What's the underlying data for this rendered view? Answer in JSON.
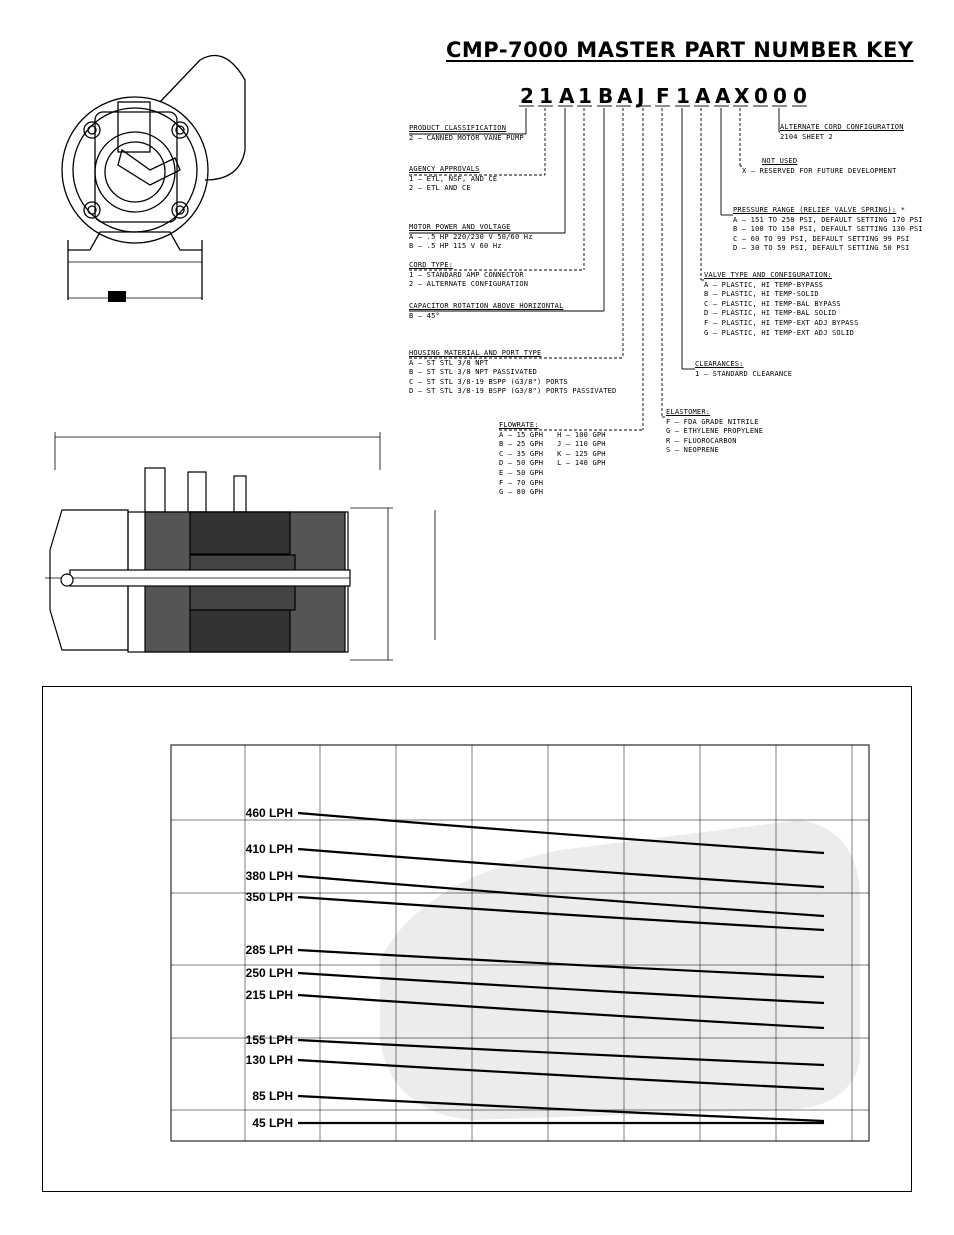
{
  "title": "CMP-7000 MASTER PART NUMBER KEY",
  "code_chars": [
    "2",
    "1",
    "A",
    "1",
    "B",
    "A",
    "J",
    "F",
    "1",
    "A",
    "A",
    "X",
    "0",
    "0",
    "0"
  ],
  "sections": {
    "product_classification": {
      "heading": "PRODUCT CLASSIFICATION",
      "lines": [
        "2 – CANNED MOTOR VANE PUMP"
      ]
    },
    "agency_approvals": {
      "heading": "AGENCY APPROVALS",
      "lines": [
        "1 – ETL, NSF, AND CE",
        "2 – ETL AND CE"
      ]
    },
    "motor_power": {
      "heading": "MOTOR POWER AND VOLTAGE",
      "lines": [
        "A – .5 HP 220/230 V 50/60 Hz",
        "B – .5 HP 115 V 60 Hz"
      ]
    },
    "cord_type": {
      "heading": "CORD TYPE:",
      "lines": [
        "1 – STANDARD AMP CONNECTOR",
        "2 – ALTERNATE CONFIGURATION"
      ]
    },
    "capacitor_rotation": {
      "heading": "CAPACITOR ROTATION ABOVE HORIZONTAL",
      "lines": [
        "B – 45°"
      ]
    },
    "housing_material": {
      "heading": "HOUSING MATERIAL AND PORT TYPE",
      "lines": [
        "A – ST STL 3/8 NPT",
        "B – ST STL 3/8 NPT PASSIVATED",
        "C – ST STL 3/8-19 BSPP (G3/8\") PORTS",
        "D – ST STL 3/8-19 BSPP (G3/8\") PORTS PASSIVATED"
      ]
    },
    "flowrate": {
      "heading": "FLOWRATE:",
      "col1": [
        "A – 15 GPH",
        "B – 25 GPH",
        "C – 35 GPH",
        "D – 50 GPH",
        "E – 50 GPH",
        "F – 70 GPH",
        "G – 80 GPH"
      ],
      "col2": [
        "H – 100 GPH",
        "J – 110 GPH",
        "K – 125 GPH",
        "L – 140 GPH"
      ]
    },
    "elastomer": {
      "heading": "ELASTOMER:",
      "lines": [
        "F – FDA GRADE NITRILE",
        "G – ETHYLENE PROPYLENE",
        "R – FLUOROCARBON",
        "S – NEOPRENE"
      ]
    },
    "clearances": {
      "heading": "CLEARANCES:",
      "lines": [
        "1 – STANDARD CLEARANCE"
      ]
    },
    "valve_type": {
      "heading": "VALVE TYPE AND CONFIGURATION:",
      "lines": [
        "A – PLASTIC, HI TEMP-BYPASS",
        "B – PLASTIC, HI TEMP-SOLID",
        "C – PLASTIC, HI TEMP-BAL BYPASS",
        "D – PLASTIC, HI TEMP-BAL SOLID",
        "F – PLASTIC, HI TEMP-EXT ADJ BYPASS",
        "G – PLASTIC, HI TEMP-EXT ADJ SOLID"
      ]
    },
    "pressure_range": {
      "heading": "PRESSURE RANGE (RELIEF VALVE SPRING):",
      "marker": "*",
      "lines": [
        "A – 151 TO 250 PSI, DEFAULT SETTING 170 PSI",
        "B – 100 TO 150 PSI, DEFAULT SETTING 130 PSI",
        "C – 60 TO 99 PSI, DEFAULT SETTING 99 PSI",
        "D – 30 TO 59 PSI, DEFAULT SETTING 50 PSI"
      ]
    },
    "not_used": {
      "heading": "NOT USED",
      "lines": [
        "X – RESERVED FOR FUTURE DEVELOPMENT"
      ]
    },
    "alt_cord": {
      "heading": "ALTERNATE CORD CONFIGURATION",
      "lines": [
        "2104 SHEET 2"
      ]
    }
  },
  "chart_data": {
    "type": "line",
    "title": "",
    "xlabel": "",
    "ylabel": "",
    "grid": true,
    "series": [
      {
        "name": "460 LPH",
        "values": [
          1.0,
          0.85
        ]
      },
      {
        "name": "410 LPH",
        "values": [
          1.0,
          0.82
        ]
      },
      {
        "name": "380 LPH",
        "values": [
          1.0,
          0.8
        ]
      },
      {
        "name": "350 LPH",
        "values": [
          1.0,
          0.77
        ]
      },
      {
        "name": "285 LPH",
        "values": [
          1.0,
          0.84
        ]
      },
      {
        "name": "250 LPH",
        "values": [
          1.0,
          0.83
        ]
      },
      {
        "name": "215 LPH",
        "values": [
          1.0,
          0.78
        ]
      },
      {
        "name": "155 LPH",
        "values": [
          1.0,
          0.85
        ]
      },
      {
        "name": "130 LPH",
        "values": [
          1.0,
          0.8
        ]
      },
      {
        "name": "85 LPH",
        "values": [
          1.0,
          0.78
        ]
      },
      {
        "name": "45 LPH",
        "values": [
          1.0,
          0.92
        ]
      }
    ]
  }
}
